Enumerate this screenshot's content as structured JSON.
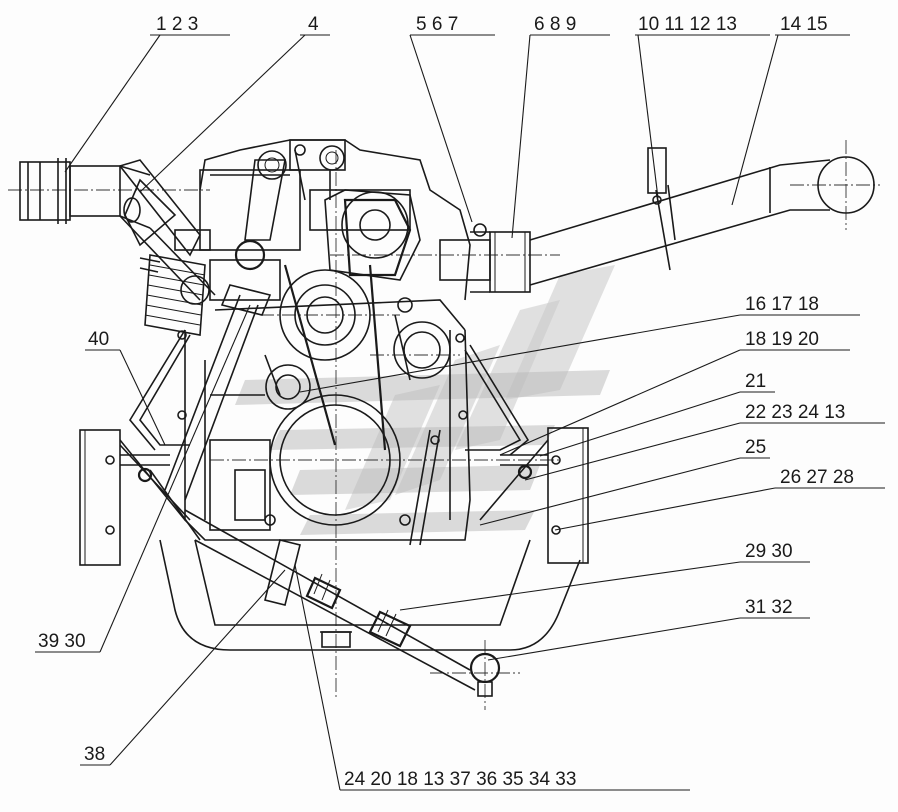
{
  "callouts": [
    {
      "id": "c1",
      "text": "1 2 3"
    },
    {
      "id": "c2",
      "text": "4"
    },
    {
      "id": "c3",
      "text": "5 6 7"
    },
    {
      "id": "c4",
      "text": "6 8 9"
    },
    {
      "id": "c5",
      "text": "10 11 12 13"
    },
    {
      "id": "c6",
      "text": "14 15"
    },
    {
      "id": "c7",
      "text": "16 17 18"
    },
    {
      "id": "c8",
      "text": "18 19 20"
    },
    {
      "id": "c9",
      "text": "21"
    },
    {
      "id": "c10",
      "text": "22 23 24 13"
    },
    {
      "id": "c11",
      "text": "25"
    },
    {
      "id": "c12",
      "text": "26 27 28"
    },
    {
      "id": "c13",
      "text": "29 30"
    },
    {
      "id": "c14",
      "text": "31 32"
    },
    {
      "id": "c15",
      "text": "40"
    },
    {
      "id": "c16",
      "text": "39 30"
    },
    {
      "id": "c17",
      "text": "38"
    },
    {
      "id": "c18",
      "text": "24 20 18 13 37 36 35 34 33"
    }
  ],
  "colors": {
    "line": "#1a1a1a",
    "background": "#fdfdfd",
    "watermark": "#c9c9c9"
  }
}
